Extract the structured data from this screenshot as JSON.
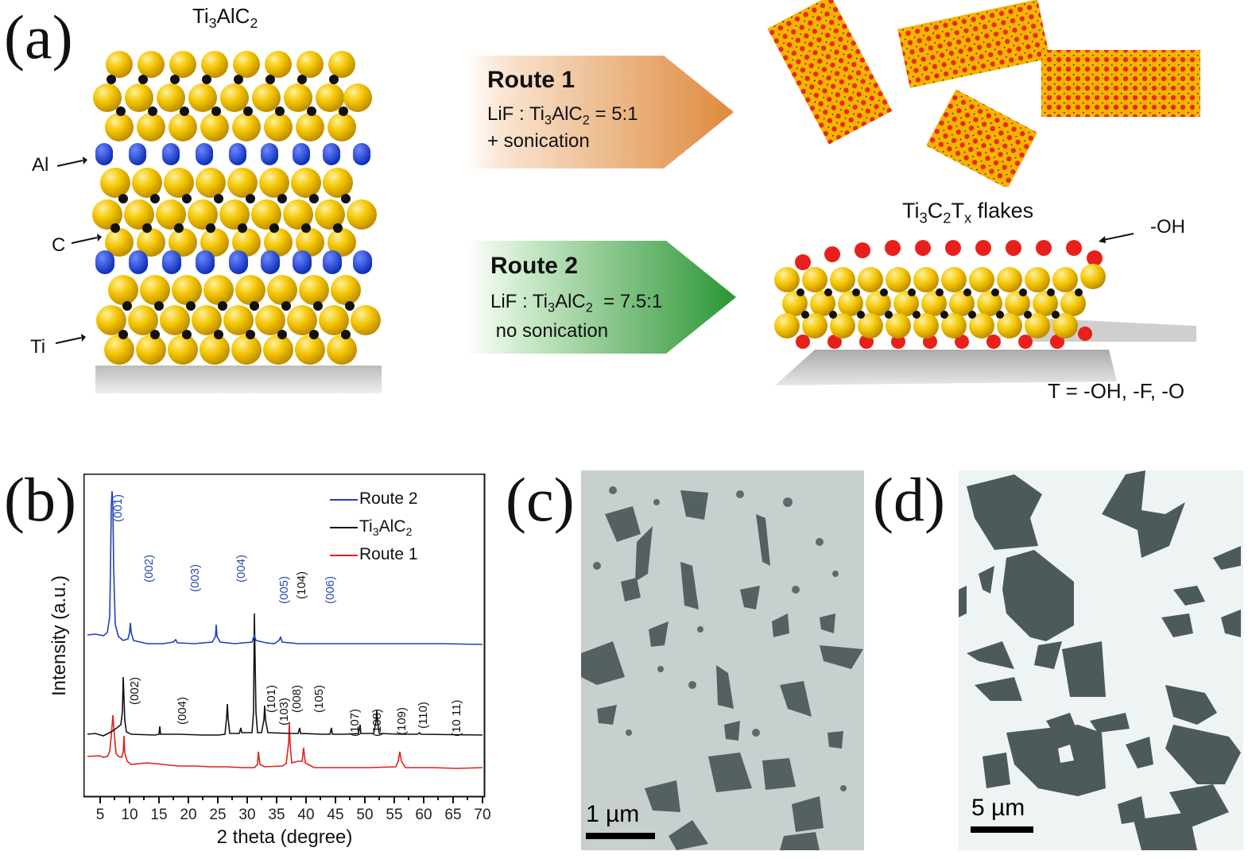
{
  "figure": {
    "panels": {
      "a": {
        "letter": "(a)",
        "precursor": {
          "formula_base": "Ti",
          "formula_sub1": "3",
          "formula_mid": "AlC",
          "formula_sub2": "2",
          "atom_labels": [
            "Al",
            "C",
            "Ti"
          ]
        },
        "routes": [
          {
            "title": "Route 1",
            "ratio_prefix": "LiF : Ti",
            "ratio_sub1": "3",
            "ratio_mid": "AlC",
            "ratio_sub2": "2",
            "ratio_suffix": " = 5:1",
            "condition": "+ sonication",
            "color_start": "#fdf3ea",
            "color_end": "#e0934a"
          },
          {
            "title": "Route 2",
            "ratio_prefix": "LiF : Ti",
            "ratio_sub1": "3",
            "ratio_mid": "AlC",
            "ratio_sub2": "2",
            "ratio_suffix": "  = 7.5:1",
            "condition": " no sonication",
            "color_start": "#f0f9ee",
            "color_end": "#2f9a3a"
          }
        ],
        "product": {
          "name_base": "Ti",
          "name_sub1": "3",
          "name_mid": "C",
          "name_sub2": "2",
          "name_mid2": "T",
          "name_sub3": "x",
          "name_suffix": " flakes",
          "oh_label": "-OH",
          "termination_note": "T = -OH, -F, -O"
        },
        "colors": {
          "ti": "#f2c200",
          "al": "#1d3fd6",
          "c": "#111111",
          "o": "#e8201c"
        }
      },
      "b": {
        "letter": "(b)"
      },
      "c": {
        "letter": "(c)",
        "scale_label": "1 µm"
      },
      "d": {
        "letter": "(d)",
        "scale_label": "5 µm"
      }
    }
  },
  "chart_data": {
    "type": "line",
    "title": "",
    "xlabel": "2 theta (degree)",
    "ylabel": "Intensity (a.u.)",
    "xlim": [
      3,
      70
    ],
    "x_ticks": [
      5,
      10,
      15,
      20,
      25,
      30,
      35,
      40,
      45,
      50,
      55,
      60,
      65,
      70
    ],
    "y_ticks": [],
    "grid": false,
    "legend_position": "upper right",
    "legend": [
      "Route 2",
      "Ti3AlC2",
      "Route 1"
    ],
    "series": [
      {
        "name": "Route 2",
        "color": "#1f3fbf",
        "offset": 2.0,
        "peaks": [
          {
            "x": 7.0,
            "height": 1.0,
            "label": "(001)"
          },
          {
            "x": 14.2,
            "height": 0.12,
            "label": "(002)"
          },
          {
            "x": 21.3,
            "height": 0.03,
            "label": "(003)"
          },
          {
            "x": 28.7,
            "height": 0.13,
            "label": "(004)"
          },
          {
            "x": 36.0,
            "height": 0.05,
            "label": "(005)"
          },
          {
            "x": 43.6,
            "height": 0.04,
            "label": "(006)"
          }
        ]
      },
      {
        "name": "Ti3AlC2",
        "color": "#111111",
        "offset": 1.0,
        "peaks": [
          {
            "x": 9.5,
            "height": 0.62,
            "label": "(002)"
          },
          {
            "x": 19.2,
            "height": 0.07,
            "label": "(004)"
          },
          {
            "x": 34.0,
            "height": 0.25,
            "label": "(101)"
          },
          {
            "x": 36.8,
            "height": 0.08,
            "label": "(103)"
          },
          {
            "x": 38.9,
            "height": 0.48,
            "label": "(008)"
          },
          {
            "x": 39.0,
            "height": 1.0,
            "label": "(104)"
          },
          {
            "x": 41.8,
            "height": 0.2,
            "label": "(105)"
          },
          {
            "x": 48.4,
            "height": 0.04,
            "label": "(107)"
          },
          {
            "x": 52.3,
            "height": 0.01,
            "label": "(108)"
          },
          {
            "x": 56.5,
            "height": 0.07,
            "label": "(109)"
          },
          {
            "x": 60.2,
            "height": 0.14,
            "label": "(110)"
          },
          {
            "x": 65.5,
            "height": 0.02,
            "label": "(10 11)"
          }
        ]
      },
      {
        "name": "Route 1",
        "color": "#e0201c",
        "offset": 0.0,
        "peaks": [
          {
            "x": 6.6,
            "height": 0.45
          },
          {
            "x": 9.4,
            "height": 0.2
          },
          {
            "x": 34.0,
            "height": 0.08
          },
          {
            "x": 38.9,
            "height": 0.26
          },
          {
            "x": 41.8,
            "height": 0.1
          },
          {
            "x": 60.6,
            "height": 0.06
          }
        ]
      }
    ]
  }
}
